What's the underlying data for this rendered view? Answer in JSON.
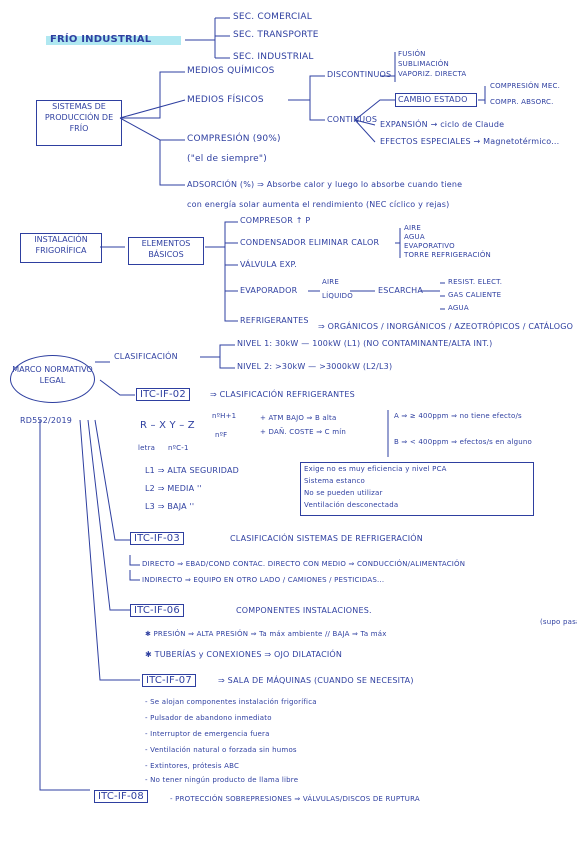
{
  "title": "FRÍO INDUSTRIAL",
  "sectors": [
    "SEC. COMERCIAL",
    "SEC. TRANSPORTE",
    "SEC. INDUSTRIAL"
  ],
  "sistemas": {
    "label": "SISTEMAS DE PRODUCCIÓN DE FRÍO",
    "quimicos": "MEDIOS QUÍMICOS",
    "fisicos": "MEDIOS FÍSICOS",
    "discontinuos": "DISCONTINUOS",
    "disc_items": [
      "FUSIÓN",
      "SUBLIMACIÓN",
      "VAPORIZ. DIRECTA"
    ],
    "continuos": "CONTINUOS",
    "cambio_estado": "CAMBIO ESTADO",
    "compresion_mec": "COMPRESIÓN MEC.",
    "compr_absorc": "COMPR. ABSORC.",
    "expansion": "EXPANSIÓN → ciclo de Claude",
    "efectos": "EFECTOS ESPECIALES → Magnetotérmico...",
    "compresion": "COMPRESIÓN (90%)",
    "compresion_note": "(\"el de siempre\")",
    "adsorcion": "ADSORCIÓN (%) ⇒ Absorbe calor y luego lo absorbe cuando tiene",
    "adsorcion2": "con energía solar aumenta el rendimiento (NEC cíclico y rejas)"
  },
  "instalacion": {
    "label": "INSTALACIÓN FRIGORÍFICA",
    "elementos": "ELEMENTOS BÁSICOS",
    "compresor": "COMPRESOR ↑ P",
    "condensador": "CONDENSADOR ELIMINAR CALOR",
    "cond_items": [
      "AIRE",
      "AGUA",
      "EVAPORATIVO",
      "TORRE REFRIGERACIÓN"
    ],
    "valvula": "VÁLVULA EXP.",
    "evaporador": "EVAPORADOR",
    "evap_mid": [
      "AIRE",
      "LÍQUIDO"
    ],
    "escarcha": "ESCARCHA",
    "escarcha_items": [
      "RESIST. ELECT.",
      "GAS CALIENTE",
      "AGUA"
    ],
    "refrigerantes": "REFRIGERANTES",
    "refrig_line": "⇒ ORGÁNICOS / INORGÁNICOS / AZEOTRÓPICOS / CATÁLOGO"
  },
  "marco": {
    "label": "MARCO NORMATIVO LEGAL",
    "rd": "RD552/2019",
    "clasificacion": "CLASIFICACIÓN",
    "nivel1": "NIVEL 1: 30kW — 100kW (L1) (NO CONTAMINANTE/ALTA INT.)",
    "nivel2": "NIVEL 2: >30kW — >3000kW (L2/L3)",
    "itc02": "ITC-IF-02",
    "itc02_desc": "⇒ CLASIFICACIÓN REFRIGERANTES",
    "qxy": "R – X Y – Z",
    "qxy_notes": [
      "+ ATM BAJO ⇒ B alta",
      "+ DAÑ. COSTE ⇒ C mín"
    ],
    "qxy_sub": [
      "letra",
      "nºC-1",
      "nºH+1",
      "nºF"
    ],
    "a_line": "A ⇒ ≥ 400ppm ⇒ no tiene efecto/s",
    "b_line": "B ⇒ < 400ppm ⇒ efectos/s en alguno",
    "l_lines": [
      "L1 ⇒ ALTA SEGURIDAD",
      "L2 ⇒ MEDIA ''",
      "L3 ⇒ BAJA ''"
    ],
    "l_notes": [
      "Exige no es muy eficiencia y nivel PCA",
      "Sistema estanco",
      "No se pueden utilizar",
      "Ventilación desconectada"
    ],
    "itc03": "ITC-IF-03",
    "itc03_desc": "CLASIFICACIÓN SISTEMAS DE REFRIGERACIÓN",
    "directo": "DIRECTO ⇒ EBAD/COND CONTAC. DIRECTO CON MEDIO ⇒ CONDUCCIÓN/ALIMENTACIÓN",
    "indirecto": "INDIRECTO ⇒ EQUIPO EN OTRO LADO / CAMIONES / PESTICIDAS...",
    "itc06": "ITC-IF-06",
    "itc06_desc": "COMPONENTES INSTALACIONES.",
    "presion": "✱ PRESIÓN ⇒ ALTA PRESIÓN ⇒ Ta máx ambiente // BAJA ⇒ Ta máx",
    "presion_note": "(supo pasar)",
    "tuberias": "✱ TUBERÍAS y CONEXIONES ⇒ OJO DILATACIÓN",
    "itc07": "ITC-IF-07",
    "itc07_desc": "⇒ SALA DE MÁQUINAS (CUANDO SE NECESITA)",
    "sala_items": [
      "- Se alojan componentes instalación frigorífica",
      "- Pulsador de abandono inmediato",
      "- Interruptor de emergencia fuera",
      "- Ventilación natural o forzada sin humos",
      "- Extintores, prótesis ABC",
      "- No tener ningún producto de llama libre"
    ],
    "itc08": "ITC-IF-08",
    "itc08_desc": "- PROTECCIÓN SOBREPRESIONES ⇒ VÁLVULAS/DISCOS DE RUPTURA"
  }
}
